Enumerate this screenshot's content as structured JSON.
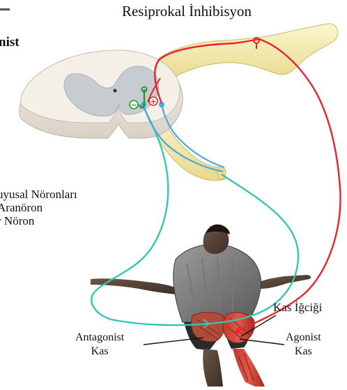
{
  "title": "Resiprokal İnhibisyon",
  "heading_partial": "nist",
  "legend": {
    "line1": "uyusal Nöronları",
    "line2": "Aranöron",
    "line3": "r Nöron"
  },
  "labels": {
    "muscle_spindle": "Kas İğciği",
    "antagonist_1": "Antagonist",
    "antagonist_2": "Kas",
    "agonist_1": "Agonist",
    "agonist_2": "Kas"
  },
  "symbols": {
    "inhibitory": "−",
    "excitatory": "+"
  },
  "colors": {
    "sensory_neuron": "#e8232b",
    "motor_neuron": "#4aa8e0",
    "antagonist_nerve": "#35c6b0",
    "interneuron": "#1f9a2e",
    "spinal_white": "#f4efe6",
    "spinal_gray": "#c9cdd2",
    "nerve_root": "#f6eeb2"
  }
}
